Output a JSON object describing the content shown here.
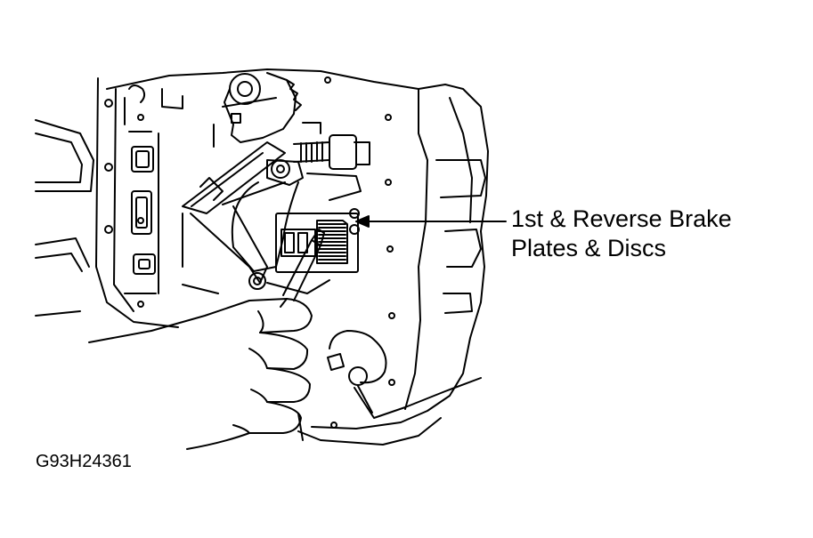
{
  "callout": {
    "line1": "1st & Reverse Brake",
    "line2": "Plates & Discs"
  },
  "figure_id": "G93H24361",
  "colors": {
    "ink": "#000000",
    "paper": "#ffffff"
  }
}
